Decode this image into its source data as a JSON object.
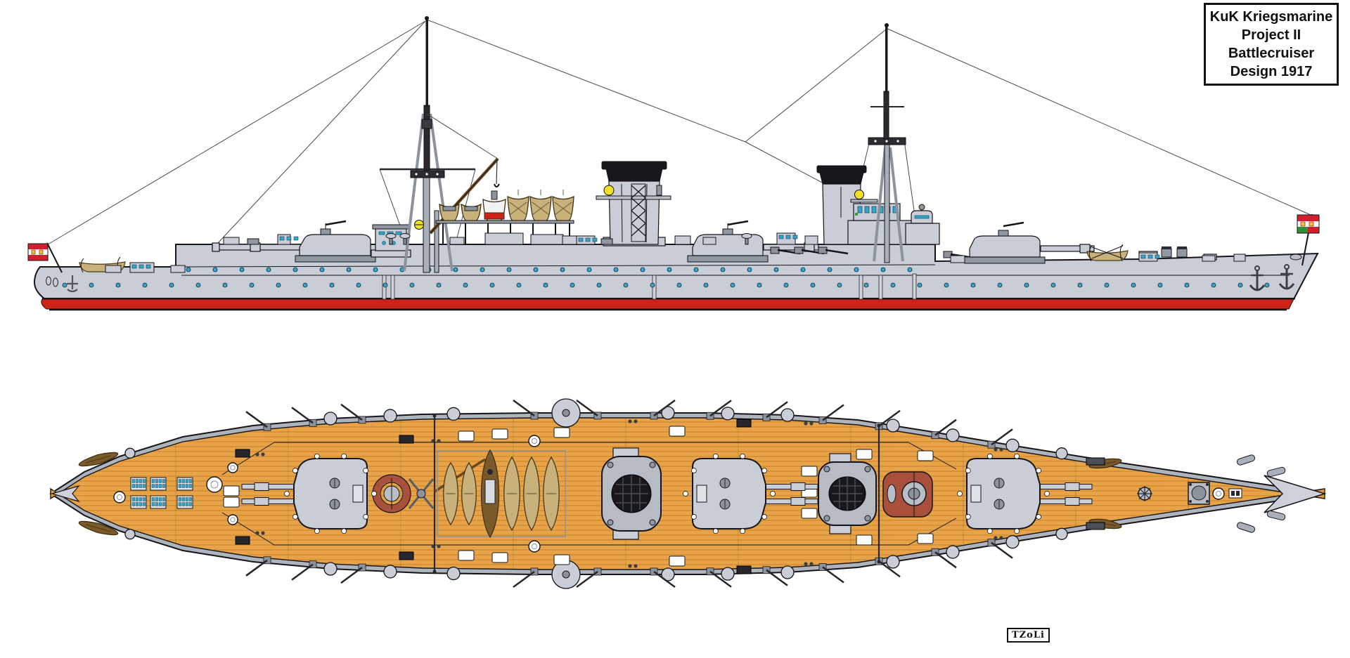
{
  "title_box": {
    "lines": [
      "KuK Kriegsmarine",
      "Project II",
      "Battlecruiser",
      "Design 1917"
    ]
  },
  "signature": {
    "text": "TZoLi"
  },
  "palette": {
    "hull": "#C9CED6",
    "hull2": "#AEB4BC",
    "hull3": "#9099A3",
    "out": "#15151a",
    "waterline_red": "#CE2418",
    "deck_wood": "#E8A348",
    "plank": "#B97B1F",
    "boat_tan": "#C9B17C",
    "boat_brown": "#7A5A2A",
    "cyan": "#2FA8CE",
    "searchlight_yellow": "#F0E02A",
    "funnel_cap": "#17171c",
    "red_structure": "#A8503C",
    "rigging": "#4a4a4a",
    "flag_red": "#CF2030",
    "flag_white": "#FFFFFF",
    "flag_green": "#2F8F3A",
    "crest_yellow": "#E9C63A"
  },
  "flags": {
    "stern_ensign": {
      "bands": [
        "#CF2030",
        "#FFFFFF",
        "#CF2030"
      ],
      "crest": "#E9C63A"
    },
    "bow_jack": {
      "top": "#CF2030",
      "middle": "#FFFFFF",
      "bottom_left": "#2F8F3A",
      "bottom_right": "#CF2030",
      "crest": "#E9C63A"
    }
  }
}
